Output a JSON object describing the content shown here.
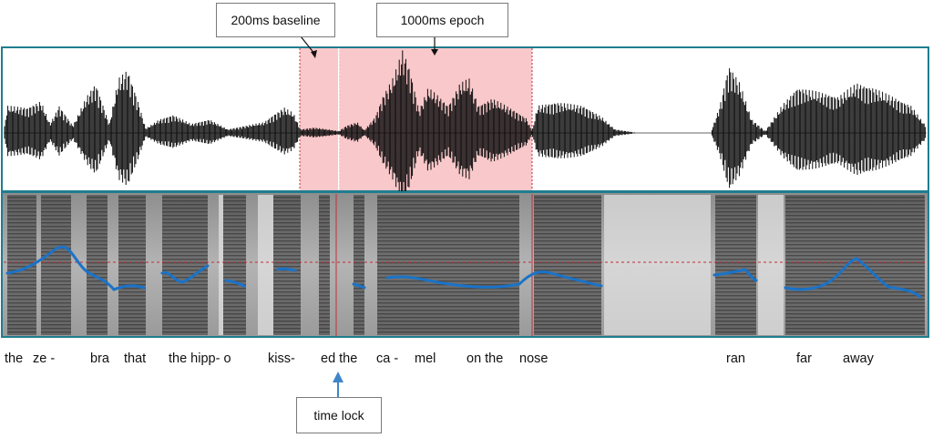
{
  "callouts": {
    "baseline": "200ms baseline",
    "epoch": "1000ms epoch",
    "time_lock": "time lock"
  },
  "words": [
    "the",
    "ze -",
    "bra",
    "that",
    "the hipp- o",
    "kiss-",
    "ed the",
    "ca -",
    "mel",
    "on the",
    "nose",
    "ran",
    "far",
    "away"
  ],
  "colors": {
    "frame": "#1f7d8f",
    "epoch_shade": "#f9c8ca",
    "waveform": "#0b0b0b",
    "pitch": "#1a73c8",
    "boundary": "#c0303a",
    "arrow": "#3f86c8"
  }
}
